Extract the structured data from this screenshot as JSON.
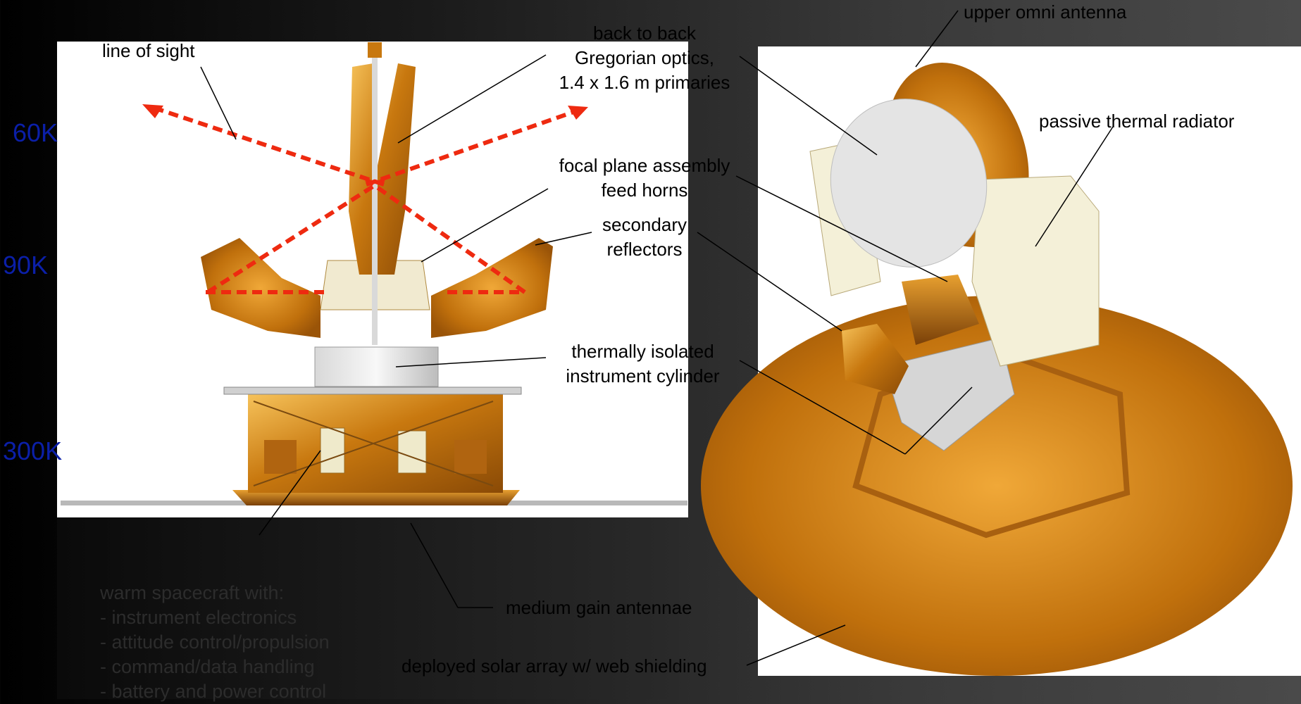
{
  "temperatures": {
    "t60": "60K",
    "t90": "90K",
    "t300": "300K"
  },
  "labels": {
    "line_of_sight": "line of sight",
    "optics_1": "back to back",
    "optics_2": "Gregorian optics,",
    "optics_3": "1.4 x 1.6 m primaries",
    "upper_omni": "upper omni antenna",
    "radiator": "passive thermal radiator",
    "focal_1": "focal plane assembly",
    "focal_2": "feed horns",
    "secondary_1": "secondary",
    "secondary_2": "reflectors",
    "cylinder_1": "thermally isolated",
    "cylinder_2": "instrument cylinder",
    "medium_gain": "medium gain antennae",
    "solar_array": "deployed solar array w/ web shielding"
  },
  "warm_spacecraft": {
    "title": "warm spacecraft with:",
    "items": [
      "- instrument electronics",
      "- attitude control/propulsion",
      "- command/data handling",
      "- battery and power control"
    ]
  },
  "colors": {
    "gold": "#c8780f",
    "gold_light": "#f0b040",
    "sight_line": "#ee2a10",
    "temp_text": "#0b1fa8",
    "radiator_panel": "#f4f0d8"
  }
}
